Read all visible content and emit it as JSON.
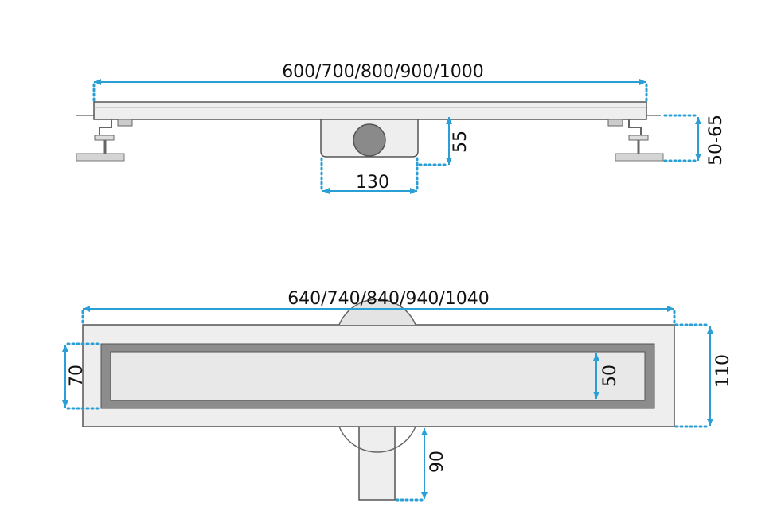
{
  "dimensions": {
    "top_length": "600/700/800/900/1000",
    "outlet_height": "55",
    "outlet_width": "130",
    "leg_height": "50-65",
    "frame_length": "640/740/840/940/1040",
    "frame_width": "110",
    "grate_width": "70",
    "slot_width": "50",
    "pipe_length": "90"
  },
  "colors": {
    "dimension": "#2a9fd6",
    "outline": "#555555",
    "fill": "#eeeeee"
  }
}
